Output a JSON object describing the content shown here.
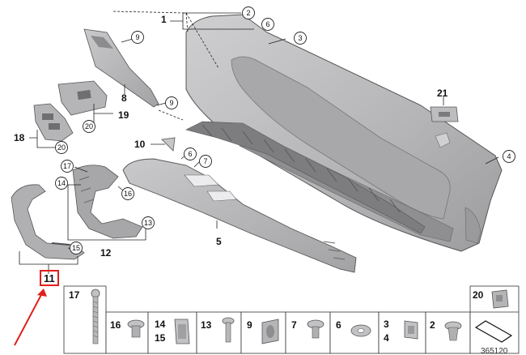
{
  "diagram": {
    "part_labels": {
      "p1": "1",
      "p2": "2",
      "p3": "3",
      "p4": "4",
      "p5": "5",
      "p6a": "6",
      "p6b": "6",
      "p7": "7",
      "p8": "8",
      "p9a": "9",
      "p9b": "9",
      "p10": "10",
      "p11": "11",
      "p12": "12",
      "p13": "13",
      "p14": "14",
      "p15": "15",
      "p16": "16",
      "p17": "17",
      "p18": "18",
      "p19": "19",
      "p20a": "20",
      "p20b": "20",
      "p21": "21"
    },
    "highlighted_label": "11",
    "catalog_number": "365120",
    "legend": {
      "cell_17": "17",
      "cell_16": "16",
      "cell_14_15_top": "14",
      "cell_14_15_bottom": "15",
      "cell_13": "13",
      "cell_9": "9",
      "cell_7": "7",
      "cell_6": "6",
      "cell_3_4_top": "3",
      "cell_3_4_bottom": "4",
      "cell_2": "2",
      "cell_20": "20"
    }
  },
  "colors": {
    "part_fill": "#b9b9bb",
    "part_dark": "#8e8e90",
    "part_light": "#d6d6d8",
    "line": "#222222",
    "highlight": "#e0201b",
    "arrow": "#e0201b"
  }
}
